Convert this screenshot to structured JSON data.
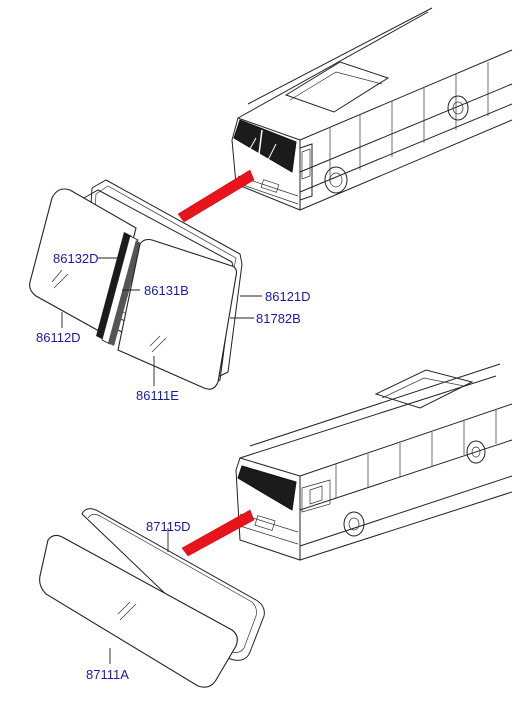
{
  "colors": {
    "callout_text": "#1a1aa8",
    "line_art": "#222222",
    "highlight_arrow": "#e8141c",
    "glass_dark": "#1b1b1b"
  },
  "parts": {
    "p86132D": "86132D",
    "p86131B": "86131B",
    "p86121D": "86121D",
    "p81782B": "81782B",
    "p86112D": "86112D",
    "p86111E": "86111E",
    "p87115D": "87115D",
    "p87111A": "87111A"
  }
}
